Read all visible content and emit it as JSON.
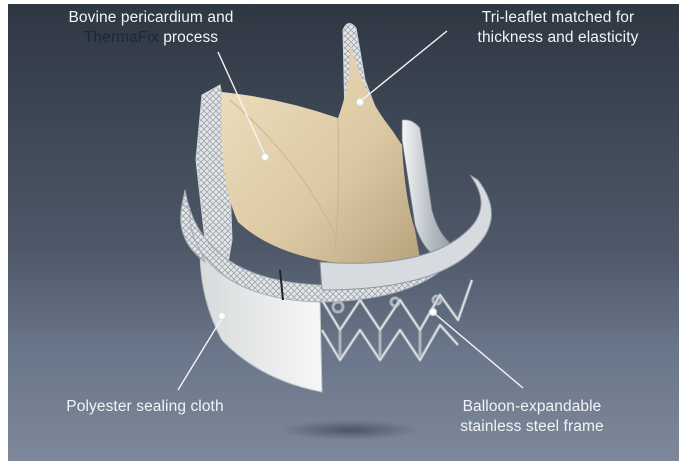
{
  "labels": {
    "top_left": {
      "line1": "Bovine pericardium and",
      "line2_brand": "ThermaFix",
      "line2_rest": " process"
    },
    "top_right": {
      "line1": "Tri-leaflet matched for",
      "line2": "thickness and elasticity"
    },
    "bottom_left": {
      "line1": "Polyester sealing cloth"
    },
    "bottom_right": {
      "line1": "Balloon-expandable",
      "line2": "stainless steel frame"
    }
  },
  "colors": {
    "background_top": "#3a4350",
    "background_bottom": "#6e7a8d",
    "leaflet": "#e0cfad",
    "frame_metal": "#c9ced3",
    "cloth": "#e9ebec",
    "label_text": "#f2f4f7",
    "brand_text": "#1b2836"
  }
}
